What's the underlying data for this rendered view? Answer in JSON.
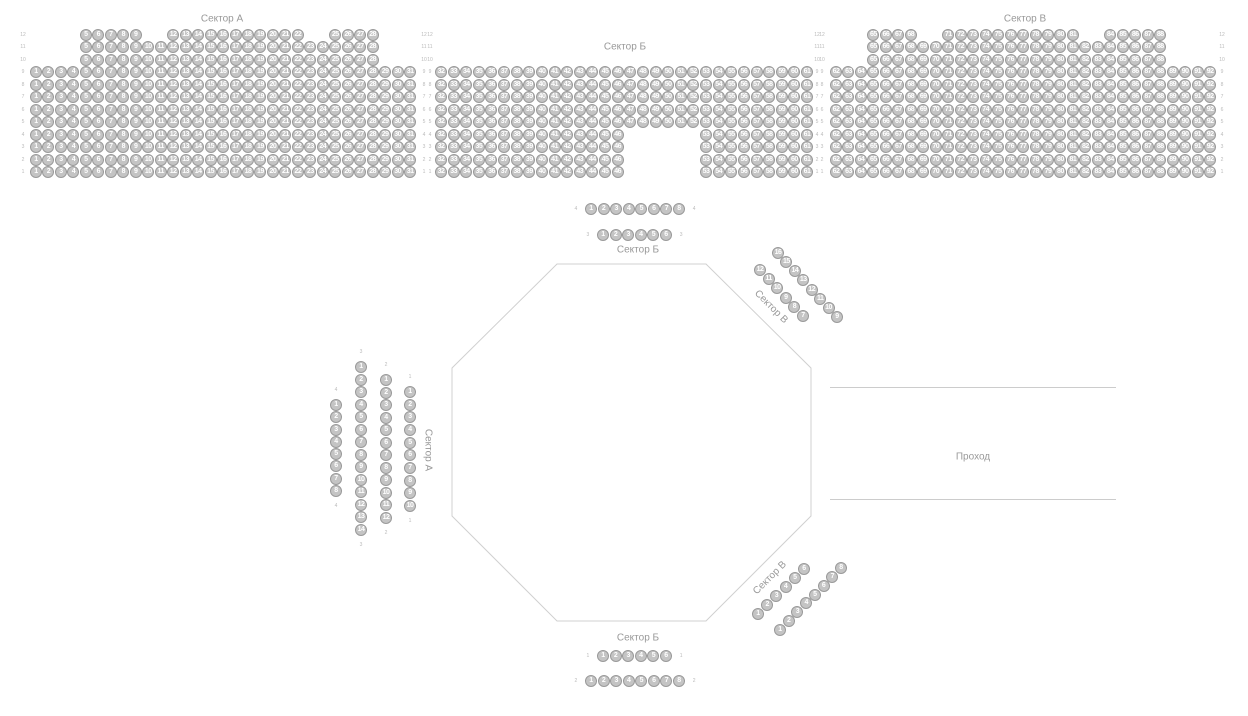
{
  "top_sectors": [
    {
      "id": "a",
      "title": "Сектор А",
      "first": 1,
      "rows": [
        {
          "label": "12",
          "seats": [
            [
              5,
              9
            ],
            [
              12,
              22
            ],
            [
              25,
              28
            ]
          ]
        },
        {
          "label": "11",
          "seats": [
            [
              5,
              28
            ]
          ]
        },
        {
          "label": "10",
          "seats": [
            [
              5,
              28
            ]
          ]
        },
        {
          "label": "9",
          "seats": [
            [
              1,
              31
            ]
          ]
        },
        {
          "label": "8",
          "seats": [
            [
              1,
              31
            ]
          ]
        },
        {
          "label": "7",
          "seats": [
            [
              1,
              31
            ]
          ]
        },
        {
          "label": "6",
          "seats": [
            [
              1,
              31
            ]
          ]
        },
        {
          "label": "5",
          "seats": [
            [
              1,
              31
            ]
          ]
        },
        {
          "label": "4",
          "seats": [
            [
              1,
              31
            ]
          ]
        },
        {
          "label": "3",
          "seats": [
            [
              1,
              31
            ]
          ]
        },
        {
          "label": "2",
          "seats": [
            [
              1,
              31
            ]
          ]
        },
        {
          "label": "1",
          "seats": [
            [
              1,
              31
            ]
          ]
        }
      ]
    },
    {
      "id": "b",
      "title": "Сектор Б",
      "first": 32,
      "rows": [
        {
          "label": "12",
          "seats": []
        },
        {
          "label": "11",
          "seats": []
        },
        {
          "label": "10",
          "seats": []
        },
        {
          "label": "9",
          "seats": [
            [
              32,
              61
            ]
          ]
        },
        {
          "label": "8",
          "seats": [
            [
              32,
              61
            ]
          ]
        },
        {
          "label": "7",
          "seats": [
            [
              32,
              61
            ]
          ]
        },
        {
          "label": "6",
          "seats": [
            [
              32,
              61
            ]
          ]
        },
        {
          "label": "5",
          "seats": [
            [
              32,
              61
            ]
          ]
        },
        {
          "label": "4",
          "seats": [
            [
              32,
              46
            ],
            [
              53,
              61
            ]
          ]
        },
        {
          "label": "3",
          "seats": [
            [
              32,
              46
            ],
            [
              53,
              61
            ]
          ]
        },
        {
          "label": "2",
          "seats": [
            [
              32,
              46
            ],
            [
              53,
              61
            ]
          ]
        },
        {
          "label": "1",
          "seats": [
            [
              32,
              46
            ],
            [
              53,
              61
            ]
          ]
        }
      ]
    },
    {
      "id": "v",
      "title": "Сектор В",
      "first": 62,
      "rows": [
        {
          "label": "12",
          "seats": [
            [
              65,
              68
            ],
            [
              71,
              81
            ],
            [
              84,
              88
            ]
          ]
        },
        {
          "label": "11",
          "seats": [
            [
              65,
              88
            ]
          ]
        },
        {
          "label": "10",
          "seats": [
            [
              65,
              88
            ]
          ]
        },
        {
          "label": "9",
          "seats": [
            [
              62,
              92
            ]
          ]
        },
        {
          "label": "8",
          "seats": [
            [
              62,
              92
            ]
          ]
        },
        {
          "label": "7",
          "seats": [
            [
              62,
              92
            ]
          ]
        },
        {
          "label": "6",
          "seats": [
            [
              62,
              92
            ]
          ]
        },
        {
          "label": "5",
          "seats": [
            [
              62,
              92
            ]
          ]
        },
        {
          "label": "4",
          "seats": [
            [
              62,
              92
            ]
          ]
        },
        {
          "label": "3",
          "seats": [
            [
              62,
              92
            ]
          ]
        },
        {
          "label": "2",
          "seats": [
            [
              62,
              92
            ]
          ]
        },
        {
          "label": "1",
          "seats": [
            [
              62,
              92
            ]
          ]
        }
      ]
    }
  ],
  "side_sections": {
    "b_top": {
      "title": "Сектор Б",
      "rows": [
        {
          "label": "4",
          "seats": [
            1,
            2,
            3,
            4,
            5,
            6,
            7,
            8
          ]
        },
        {
          "label": "3",
          "seats": [
            1,
            2,
            3,
            4,
            5,
            6
          ]
        }
      ]
    },
    "b_bottom": {
      "title": "Сектор Б",
      "rows": [
        {
          "label": "1",
          "seats": [
            1,
            2,
            3,
            4,
            5,
            6
          ]
        },
        {
          "label": "2",
          "seats": [
            1,
            2,
            3,
            4,
            5,
            6,
            7,
            8
          ]
        }
      ]
    },
    "v_top": {
      "title": "Сектор В",
      "rows": [
        {
          "label": "",
          "seats": [
            12,
            11,
            10,
            9,
            8,
            7
          ]
        },
        {
          "label": "",
          "seats": [
            16,
            15,
            14,
            13,
            12,
            11,
            10,
            9
          ]
        }
      ]
    },
    "v_bottom": {
      "title": "Сектор В",
      "rows": [
        {
          "label": "",
          "seats": [
            1,
            2,
            3,
            4,
            5,
            6
          ]
        },
        {
          "label": "",
          "seats": [
            1,
            2,
            3,
            4,
            5,
            6,
            7,
            8
          ]
        }
      ]
    },
    "a_left": {
      "title": "Сектор А",
      "rows": [
        {
          "label": "4",
          "seats": [
            1,
            2,
            3,
            4,
            5,
            6,
            7,
            8
          ]
        },
        {
          "label": "3",
          "seats": [
            1,
            2,
            3,
            4,
            5,
            6,
            7,
            8,
            9,
            10,
            11,
            12,
            13,
            14
          ]
        },
        {
          "label": "2",
          "seats": [
            1,
            2,
            3,
            4,
            5,
            6,
            7,
            8,
            9,
            10,
            11,
            12
          ]
        },
        {
          "label": "1",
          "seats": [
            1,
            2,
            3,
            4,
            5,
            6,
            7,
            8,
            9,
            10
          ]
        }
      ]
    }
  },
  "passage": {
    "label": "Проход"
  },
  "colors": {
    "seat": "#c4c4c4",
    "seat_border": "#9a9a9a",
    "stage_line": "#cccccc"
  }
}
